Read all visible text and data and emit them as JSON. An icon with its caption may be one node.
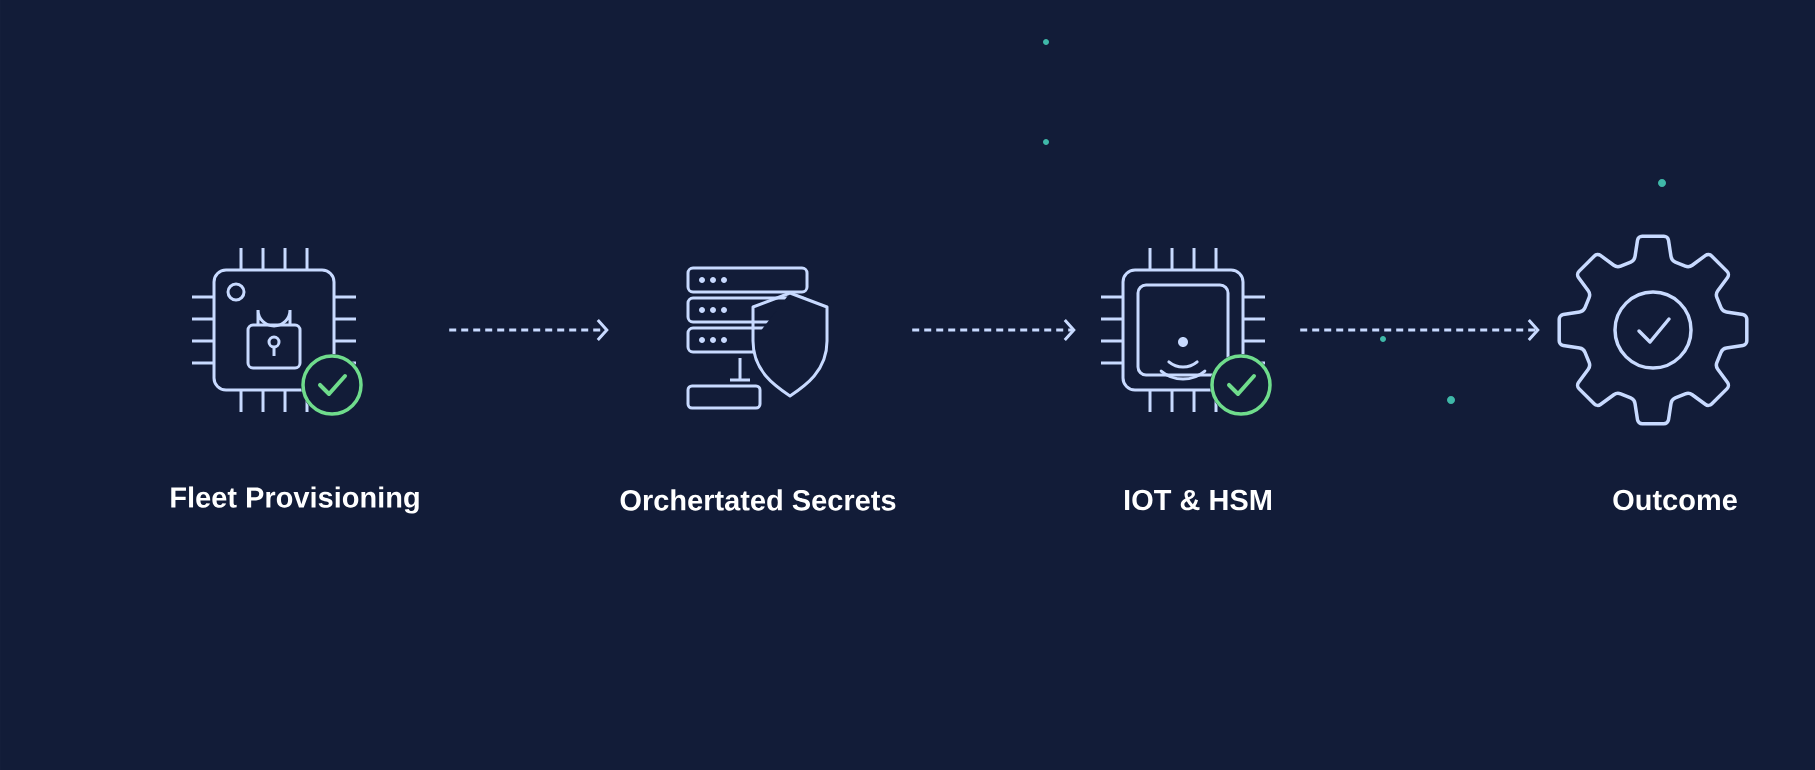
{
  "diagram": {
    "nodes": [
      {
        "text": [
          "Fleet Provisioning"
        ]
      },
      {
        "text": [
          "Orchertated Secrets"
        ]
      },
      {
        "text": [
          "IOT & HSM"
        ]
      },
      {
        "text": [
          "Outcome"
        ]
      }
    ],
    "edges": [
      {
        "from": 0,
        "to": 1,
        "arrow": "to",
        "style": "dashed"
      },
      {
        "from": 1,
        "to": 2,
        "arrow": "to",
        "style": "dashed"
      },
      {
        "from": 2,
        "to": 3,
        "arrow": "to",
        "style": "dashed"
      }
    ]
  }
}
